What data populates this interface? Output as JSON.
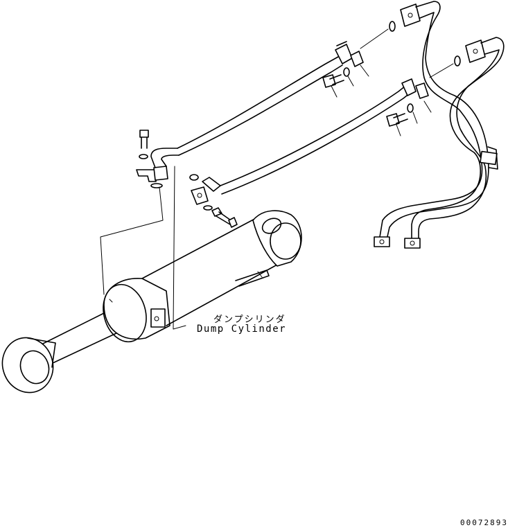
{
  "labels": {
    "part_name_jp": "ダンプシリンダ",
    "part_name_en": "Dump Cylinder",
    "drawing_number": "00072893"
  }
}
